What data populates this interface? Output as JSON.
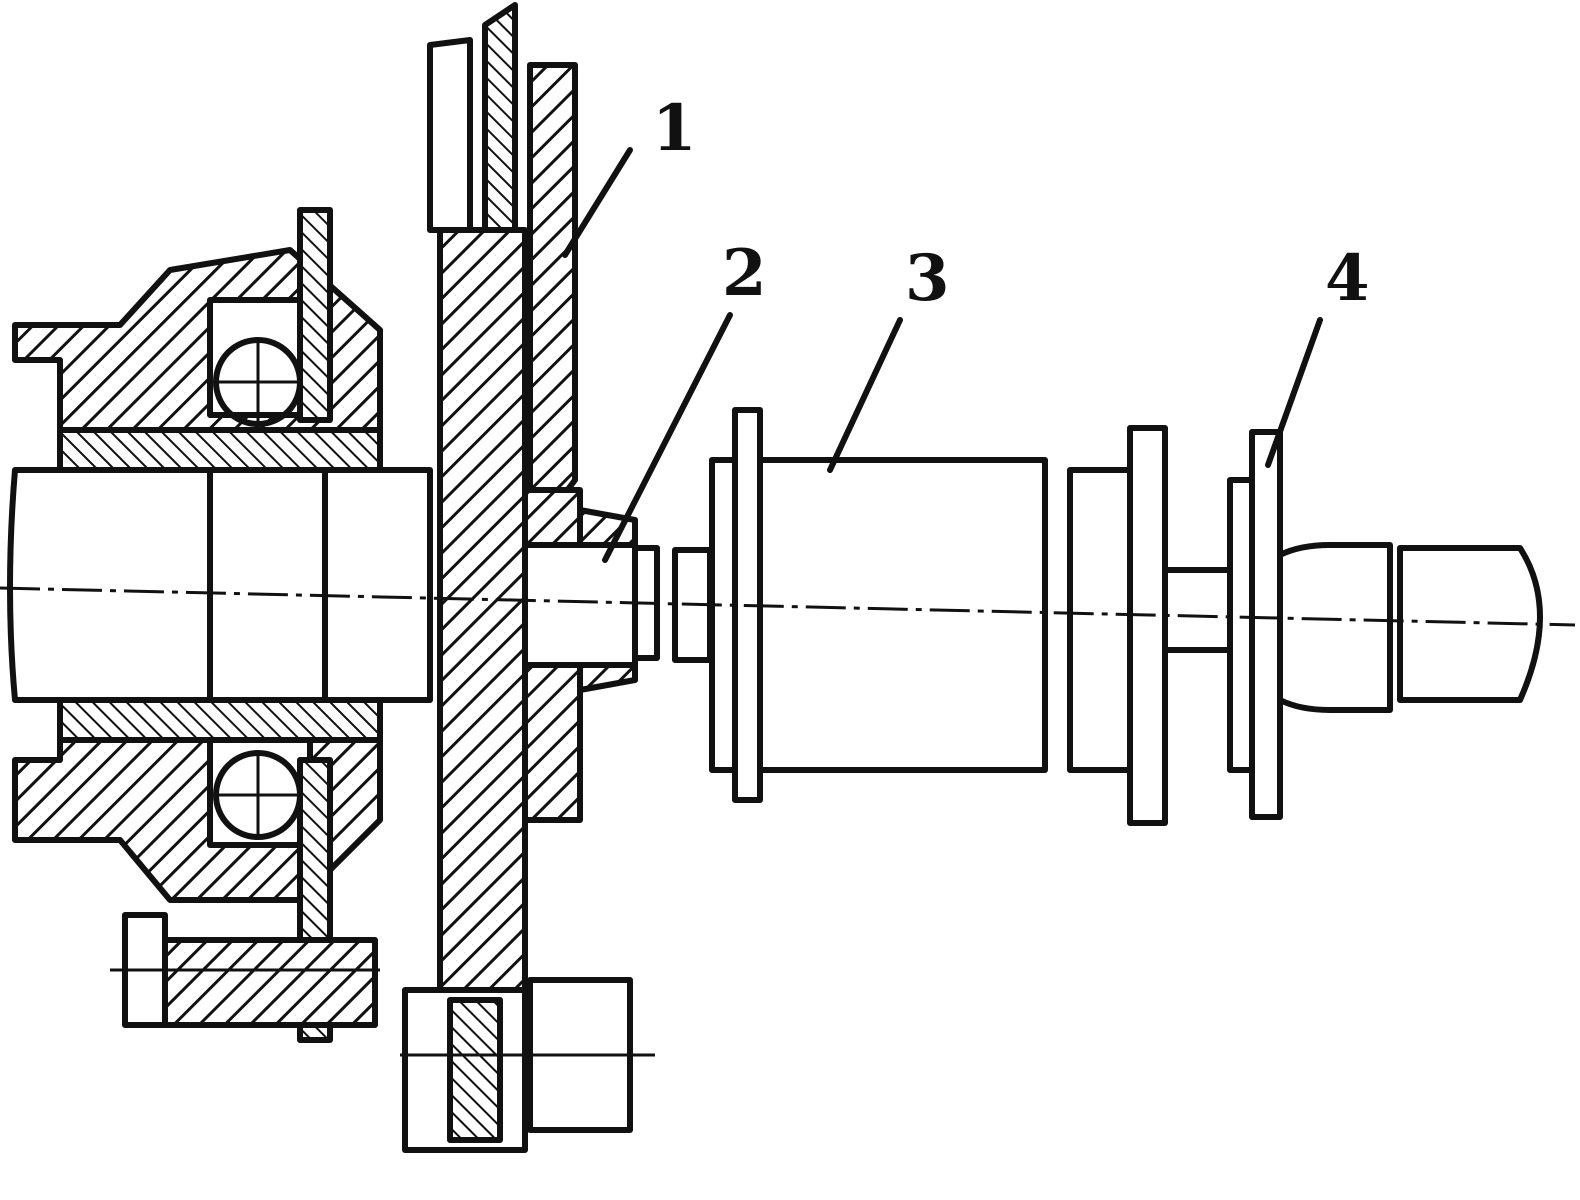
{
  "labels": [
    {
      "id": "1",
      "text": "1"
    },
    {
      "id": "2",
      "text": "2"
    },
    {
      "id": "3",
      "text": "3"
    },
    {
      "id": "4",
      "text": "4"
    }
  ]
}
